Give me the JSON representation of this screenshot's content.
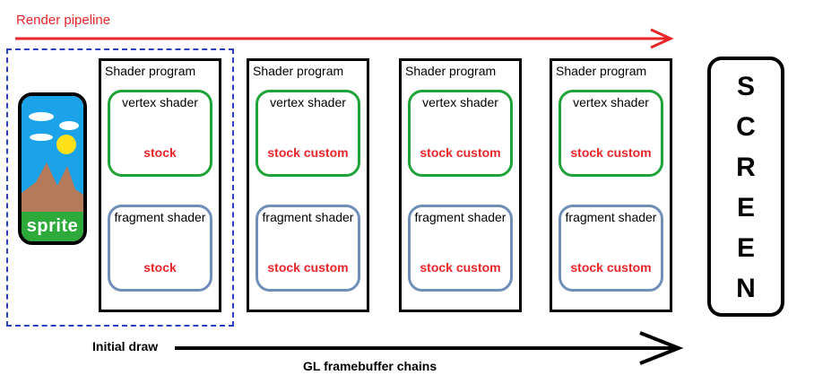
{
  "pipeline": {
    "label": "Render pipeline"
  },
  "sprite": {
    "label": "sprite"
  },
  "programs": [
    {
      "title": "Shader program",
      "vertex": {
        "name": "vertex shader",
        "kind": "stock"
      },
      "fragment": {
        "name": "fragment shader",
        "kind": "stock"
      }
    },
    {
      "title": "Shader program",
      "vertex": {
        "name": "vertex shader",
        "kind": "stock custom"
      },
      "fragment": {
        "name": "fragment shader",
        "kind": "stock custom"
      }
    },
    {
      "title": "Shader program",
      "vertex": {
        "name": "vertex shader",
        "kind": "stock custom"
      },
      "fragment": {
        "name": "fragment shader",
        "kind": "stock custom"
      }
    },
    {
      "title": "Shader program",
      "vertex": {
        "name": "vertex shader",
        "kind": "stock custom"
      },
      "fragment": {
        "name": "fragment shader",
        "kind": "stock custom"
      }
    }
  ],
  "screen": {
    "letters": [
      "S",
      "C",
      "R",
      "E",
      "E",
      "N"
    ]
  },
  "bottom": {
    "initial_draw": "Initial draw",
    "chains": "GL framebuffer chains"
  },
  "colors": {
    "pipeline": "#e8262a",
    "vertex_border": "#1fa338",
    "fragment_border": "#6f8fb8",
    "dashed": "#2b3fc4",
    "sky": "#1aa3e8",
    "sun": "#ffe11a",
    "mountain": "#b57a5a",
    "grass": "#2eaa3a"
  }
}
